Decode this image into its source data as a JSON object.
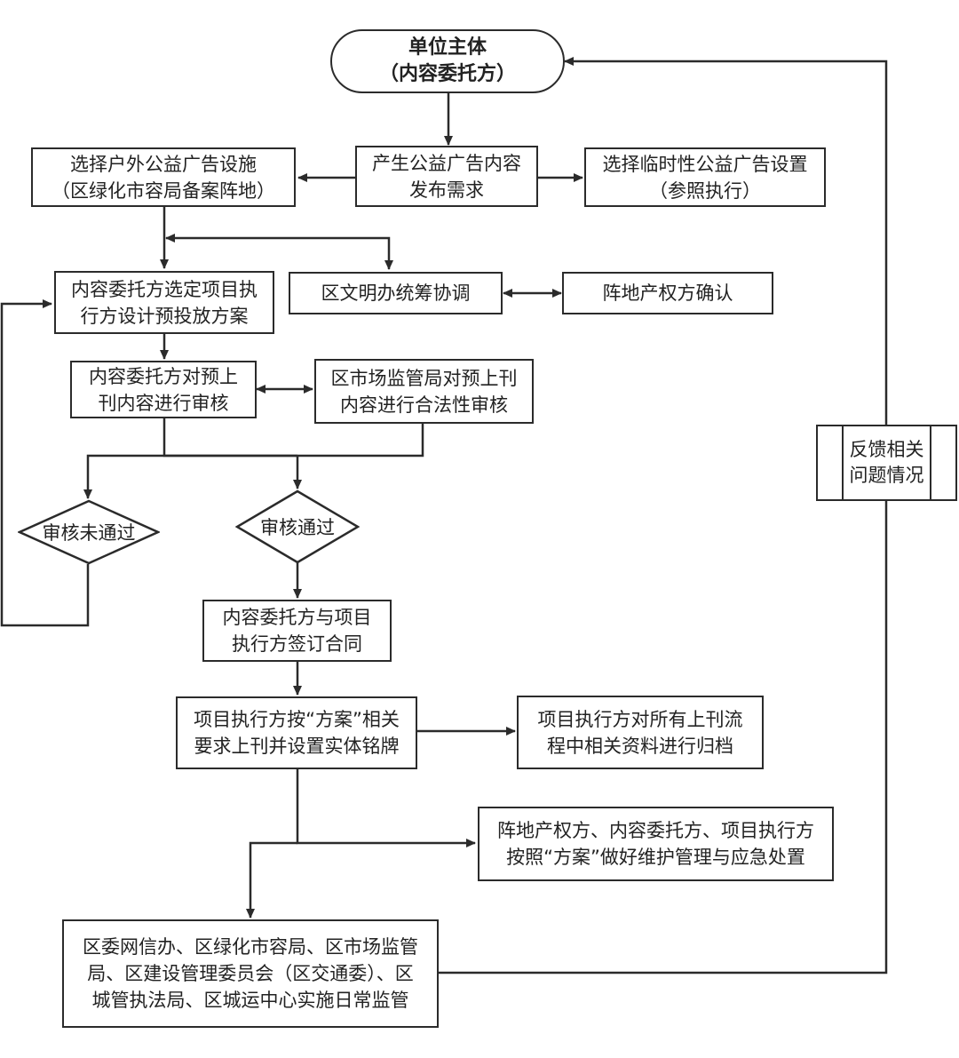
{
  "start": {
    "line1": "单位主体",
    "line2": "（内容委托方）"
  },
  "demand": {
    "line1": "产生公益广告内容",
    "line2": "发布需求"
  },
  "outdoor": {
    "line1": "选择户外公益广告设施",
    "line2": "（区绿化市容局备案阵地）"
  },
  "temporary": {
    "line1": "选择临时性公益广告设置",
    "line2": "（参照执行）"
  },
  "select_exec": {
    "line1": "内容委托方选定项目执",
    "line2": "行方设计预投放方案"
  },
  "coordinate": {
    "line1": "区文明办统筹协调"
  },
  "owner_confirm": {
    "line1": "阵地产权方确认"
  },
  "review_client": {
    "line1": "内容委托方对预上",
    "line2": "刊内容进行审核"
  },
  "review_market": {
    "line1": "区市场监管局对预上刊",
    "line2": "内容进行合法性审核"
  },
  "decision_fail": {
    "label": "审核未通过"
  },
  "decision_pass": {
    "label": "审核通过"
  },
  "contract": {
    "line1": "内容委托方与项目",
    "line2": "执行方签订合同"
  },
  "publish": {
    "line1": "项目执行方按“方案”相关",
    "line2": "要求上刊并设置实体铭牌"
  },
  "archive": {
    "line1": "项目执行方对所有上刊流",
    "line2": "程中相关资料进行归档"
  },
  "maintain": {
    "line1": "阵地产权方、内容委托方、项目执行方",
    "line2": "按照“方案”做好维护管理与应急处置"
  },
  "supervise": {
    "line1": "区委网信办、区绿化市容局、区市场监管",
    "line2": "局、区建设管理委员会（区交通委）、区",
    "line3": "城管执法局、区城运中心实施日常监管"
  },
  "feedback": {
    "line1": "反馈相关",
    "line2": "问题情况"
  },
  "colors": {
    "line": "#2b2b2b",
    "background": "#ffffff",
    "text": "#222222"
  }
}
